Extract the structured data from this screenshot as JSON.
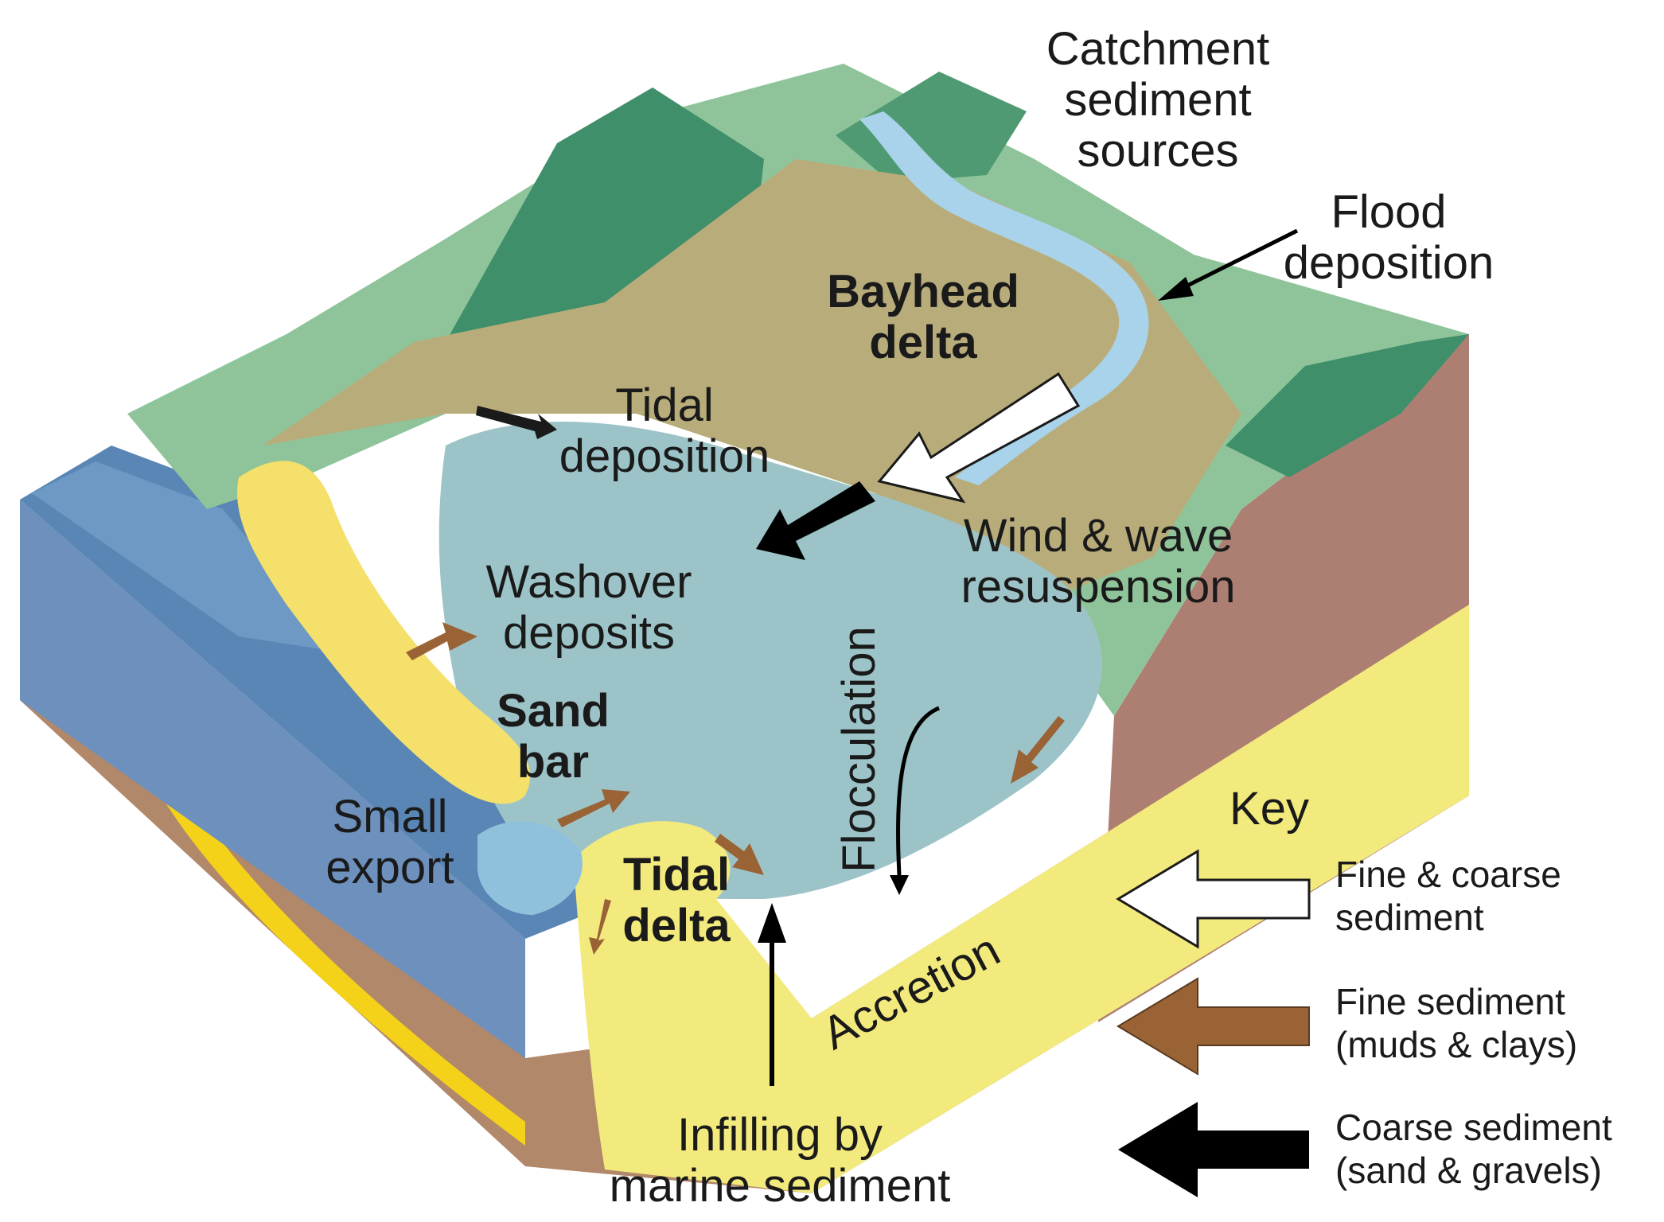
{
  "labels": {
    "catchment": [
      "Catchment",
      "sediment",
      "sources"
    ],
    "flood": [
      "Flood",
      "deposition"
    ],
    "bayhead": [
      "Bayhead",
      "delta"
    ],
    "tidal_deposition": [
      "Tidal",
      "deposition"
    ],
    "wind_wave": [
      "Wind & wave",
      "resuspension"
    ],
    "washover": [
      "Washover",
      "deposits"
    ],
    "sand_bar": [
      "Sand",
      "bar"
    ],
    "flocculation": "Flocculation",
    "small_export": [
      "Small",
      "export"
    ],
    "tidal_delta": [
      "Tidal",
      "delta"
    ],
    "accretion": "Accretion",
    "infilling": [
      "Infilling by",
      "marine sediment"
    ]
  },
  "key": {
    "title": "Key",
    "items": [
      {
        "label": [
          "Fine & coarse",
          "sediment"
        ],
        "color": "#ffffff"
      },
      {
        "label": [
          "Fine sediment",
          "(muds & clays)"
        ],
        "color": "#9a6336"
      },
      {
        "label": [
          "Coarse sediment",
          "(sand & gravels)"
        ],
        "color": "#000000"
      }
    ]
  },
  "colors": {
    "ocean": "#5a86b5",
    "lagoon": "#9cc4c8",
    "hills": "#8fc49a",
    "forest": "#3f8f6a",
    "sand": "#f3ea7e",
    "yellow_layer": "#f4d21a",
    "soil": "#b1886a",
    "cliff": "#ad7f73",
    "river": "#a8d3ea",
    "fine_arrow": "#9a6336",
    "coarse_arrow": "#000000"
  }
}
